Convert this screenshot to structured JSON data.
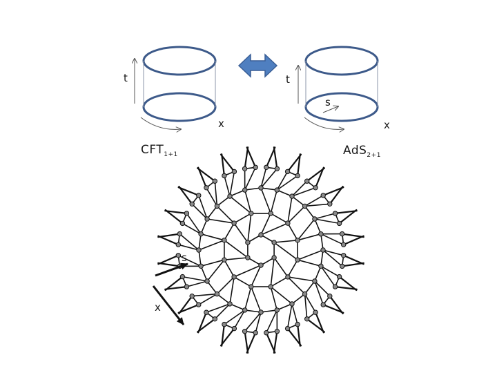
{
  "colors": {
    "cylinder_stroke": "#3d5a8a",
    "arrow_fill": "#4f7fc0",
    "arrow_stroke": "#3a5f96",
    "line": "#111111",
    "node_fill": "#8a8a8a"
  },
  "left_cylinder": {
    "time_label": "t",
    "space_label": "x"
  },
  "right_cylinder": {
    "time_label": "t",
    "space_label": "x",
    "radial_label": "s"
  },
  "cft_label": {
    "base": "CFT",
    "sub": "1+1"
  },
  "ads_label": {
    "base": "AdS",
    "sub": "2+1"
  },
  "network": {
    "radial_label": "s",
    "space_label": "x"
  },
  "icons": {
    "equivalence": "double-headed-arrow-icon"
  }
}
